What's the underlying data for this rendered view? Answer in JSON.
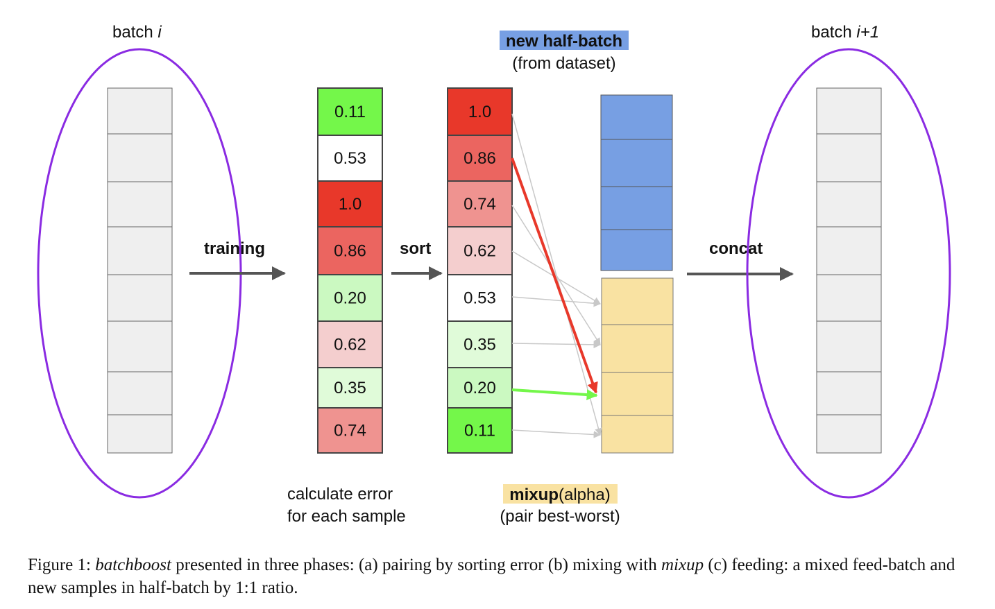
{
  "batch_left": {
    "label": "batch ",
    "label_italic": "i"
  },
  "batch_right": {
    "label": "batch ",
    "label_italic": "i+1"
  },
  "new_half_batch": {
    "title": "new half-batch",
    "subtitle": "(from dataset)"
  },
  "arrows": {
    "training": "training",
    "sort": "sort",
    "concat": "concat"
  },
  "error_column": {
    "values": [
      "0.11",
      "0.53",
      "1.0",
      "0.86",
      "0.20",
      "0.62",
      "0.35",
      "0.74"
    ],
    "colors": [
      "#74f74a",
      "#ffffff",
      "#e8382a",
      "#eb6560",
      "#cbf9c1",
      "#f4cece",
      "#e0fbd9",
      "#ef9390"
    ],
    "caption_line1": "calculate error",
    "caption_line2": "for each sample"
  },
  "sorted_column": {
    "values": [
      "1.0",
      "0.86",
      "0.74",
      "0.62",
      "0.53",
      "0.35",
      "0.20",
      "0.11"
    ],
    "colors": [
      "#e8382a",
      "#eb6560",
      "#ef9390",
      "#f4cece",
      "#ffffff",
      "#e0fbd9",
      "#cbf9c1",
      "#74f74a"
    ]
  },
  "mixup": {
    "bold": "mixup",
    "rest": "(alpha)",
    "subtitle": "(pair best-worst)"
  },
  "colors": {
    "ellipse": "#8a2be2",
    "blue_block": "#779fe3",
    "yellow_block": "#f9e2a2",
    "gray_cell": "#efefef",
    "arrow_gray": "#555555",
    "red_arrow": "#e8382a",
    "green_arrow": "#74f74a",
    "label_highlight_blue": "#779fe3",
    "label_highlight_yellow": "#f9e2a2"
  },
  "figure_caption": {
    "prefix": "Figure 1: ",
    "italic1": "batchboost",
    "text1": " presented in three phases: (a) pairing by sorting error (b) mixing with ",
    "italic2": "mixup",
    "text2": " (c) feeding: a mixed feed-batch and new samples in half-batch by 1:1 ratio."
  }
}
